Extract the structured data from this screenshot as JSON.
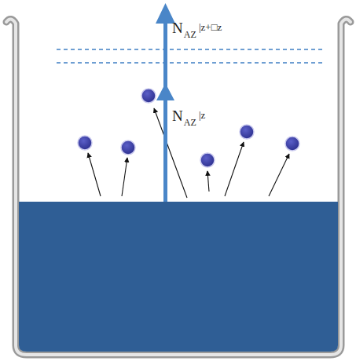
{
  "diagram": {
    "labels": [
      "N",
      "AZ",
      "|z+□z",
      "N",
      "AZ",
      "|z"
    ]
  }
}
